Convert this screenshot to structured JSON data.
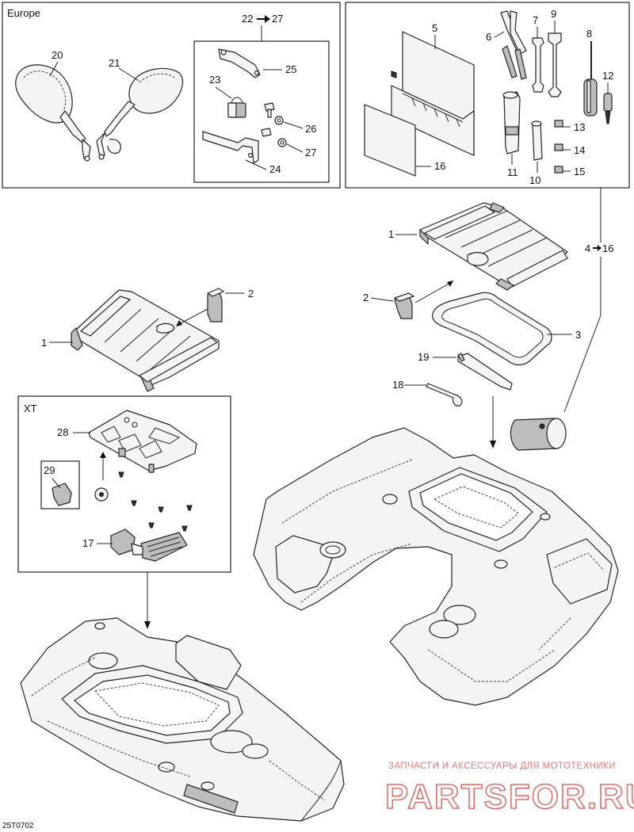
{
  "groups": {
    "europe": "Europe",
    "xt": "XT",
    "range_a": "22",
    "range_b": "27",
    "tool_range": "4",
    "tool_range_b": "16"
  },
  "callouts": {
    "c1a": "1",
    "c1b": "1",
    "c2a": "2",
    "c2b": "2",
    "c3": "3",
    "c5": "5",
    "c6": "6",
    "c7": "7",
    "c8": "8",
    "c9": "9",
    "c10": "10",
    "c11": "11",
    "c12": "12",
    "c13": "13",
    "c14": "14",
    "c15": "15",
    "c16": "16",
    "c17": "17",
    "c18": "18",
    "c19": "19",
    "c20": "20",
    "c21": "21",
    "c23": "23",
    "c24": "24",
    "c25": "25",
    "c26": "26",
    "c27": "27",
    "c28": "28",
    "c29": "29"
  },
  "drawing_code": "25T0702",
  "watermark": {
    "line1": "ЗАПЧАСТИ И АКСЕССУАРЫ ДЛЯ МОТОТЕХНИКИ",
    "line2": "PARTSFOR.RU"
  }
}
